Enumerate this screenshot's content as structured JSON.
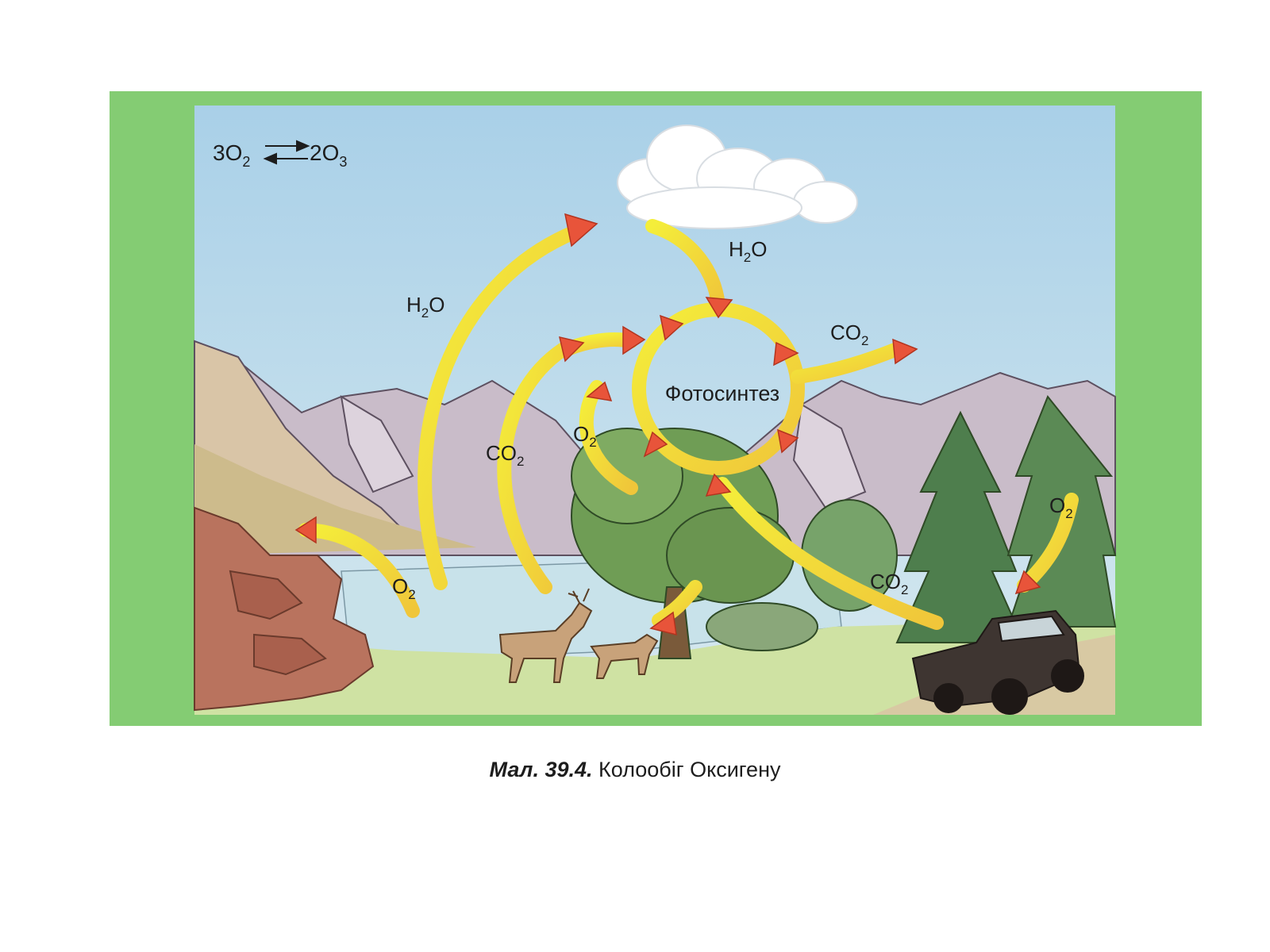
{
  "figure": {
    "caption_prefix": "Мал. 39.4.",
    "caption_text": "Колообіг Оксигену",
    "ozone_equation": {
      "left": "3O",
      "left_sub": "2",
      "right": "2O",
      "right_sub": "3"
    },
    "center_label": "Фотосинтез",
    "labels": {
      "h2o_left": {
        "base": "H",
        "sub": "2",
        "tail": "O"
      },
      "h2o_cloud": {
        "base": "H",
        "sub": "2",
        "tail": "O"
      },
      "co2_out": {
        "base": "CO",
        "sub": "2"
      },
      "co2_mid": {
        "base": "CO",
        "sub": "2"
      },
      "o2_mid": {
        "base": "O",
        "sub": "2"
      },
      "o2_rocks": {
        "base": "O",
        "sub": "2"
      },
      "o2_car": {
        "base": "O",
        "sub": "2"
      },
      "co2_car": {
        "base": "CO",
        "sub": "2"
      }
    }
  },
  "colors": {
    "frame_green": "#84cc73",
    "sky": "#bcdaec",
    "arrow_fill": "#f3ea2e",
    "arrow_head": "#e8543a",
    "mountain": "#c9bcc9",
    "grass": "#cfe2a3",
    "lake": "#c8e2ea",
    "tree": "#6f9d55",
    "rock": "#b9735e",
    "car": "#3e3531"
  }
}
